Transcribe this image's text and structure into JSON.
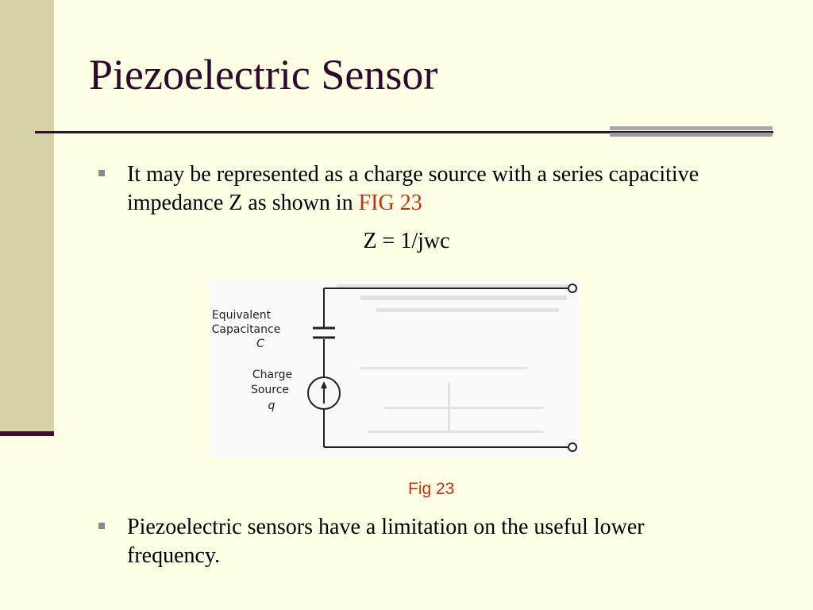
{
  "slide": {
    "title": "Piezoelectric Sensor",
    "bullets": [
      {
        "text": "It may be represented as a charge source with a series capacitive impedance Z as shown in ",
        "reference": "FIG 23"
      },
      {
        "text": "Piezoelectric sensors have a limitation on the useful lower frequency."
      }
    ],
    "equation": "Z = 1/jwc",
    "figure": {
      "capacitor_label": [
        "Equivalent",
        "Capacitance",
        "C"
      ],
      "source_label": [
        "Charge",
        "Source",
        "q"
      ],
      "caption": "Fig 23"
    }
  },
  "colors": {
    "background": "#ffffe6",
    "sidebar": "#d6d4a6",
    "title": "#2e0a2a",
    "accent_red": "#c0330f",
    "rule": "#3a0f2e",
    "accent_gray": "#a8a8a8"
  }
}
